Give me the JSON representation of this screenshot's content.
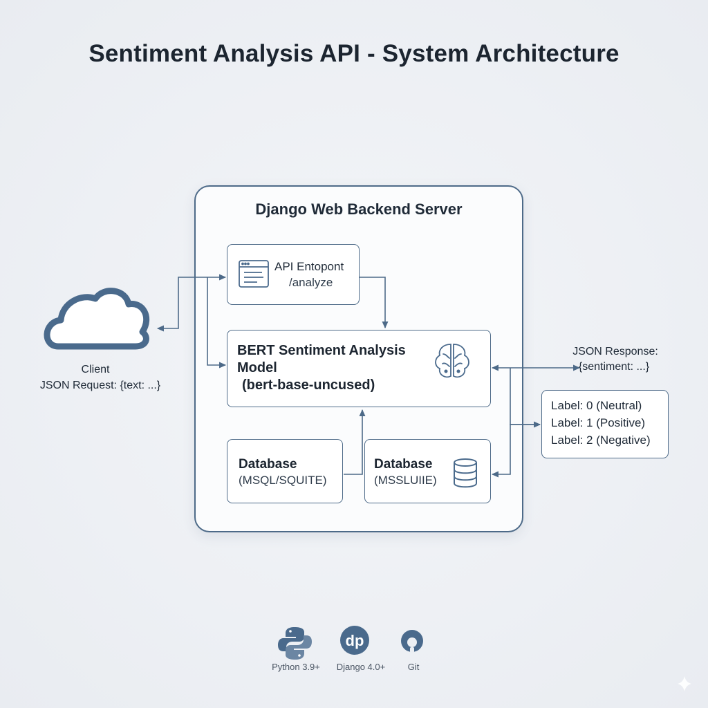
{
  "title": "Sentiment Analysis API - System Architecture",
  "server": {
    "title": "Django Web Backend Server"
  },
  "endpoint": {
    "title": "API Entopont",
    "path": "/analyze"
  },
  "model": {
    "line1": "BERT Sentiment Analysis",
    "line2": "Model",
    "line3": "(bert-base-uncused)"
  },
  "databases": [
    {
      "title": "Database",
      "subtitle": "(MSQL/SQUITE)"
    },
    {
      "title": "Database",
      "subtitle": "(MSSLUIIE)"
    }
  ],
  "client": {
    "label": "Client",
    "request": "JSON Request: {text: ...}"
  },
  "response": {
    "line1": "JSON Response:",
    "line2": "{sentiment: ...}"
  },
  "labels": [
    "Label: 0 (Neutral)",
    "Label: 1 (Positive)",
    "Label: 2 (Negative)"
  ],
  "tech": [
    {
      "name": "Python 3.9+",
      "icon": "python-icon"
    },
    {
      "name": "Django 4.0+",
      "icon": "django-icon",
      "glyph": "dp"
    },
    {
      "name": "Git",
      "icon": "github-icon"
    }
  ],
  "colors": {
    "line": "#4d6a88",
    "icon": "#4a6a8c",
    "text": "#1f2a37",
    "background": "#eceff3"
  }
}
